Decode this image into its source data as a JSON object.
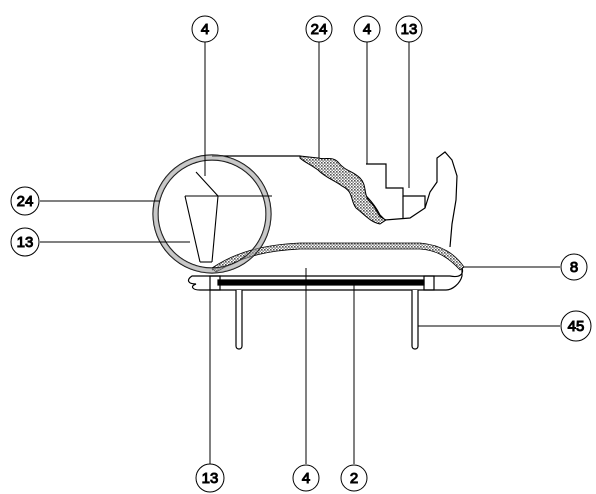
{
  "callouts": {
    "top_left_4": "4",
    "top_24": "24",
    "top_4": "4",
    "top_13": "13",
    "left_24": "24",
    "left_13": "13",
    "right_8": "8",
    "right_45": "45",
    "bottom_13": "13",
    "bottom_4": "4",
    "bottom_2": "2"
  },
  "colors": {
    "line": "#000000",
    "hatch": "#8a8a8a",
    "background": "#ffffff"
  }
}
